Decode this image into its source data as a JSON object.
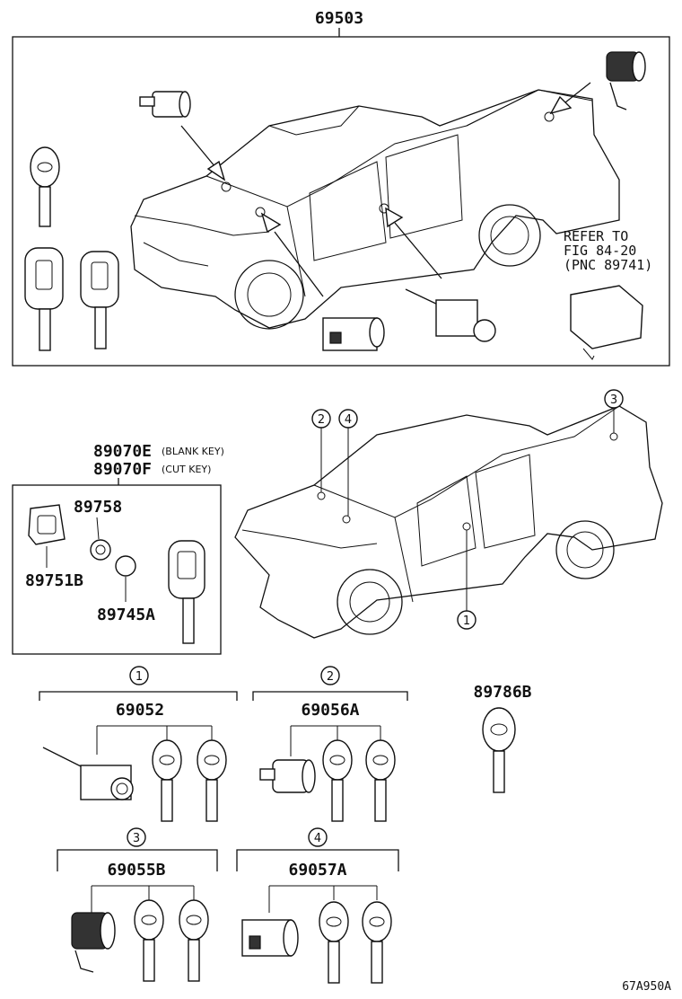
{
  "labels": {
    "assembly": "69503",
    "blank_key": "89070E",
    "blank_key_note": "(BLANK KEY)",
    "cut_key": "89070F",
    "cut_key_note": "(CUT KEY)",
    "p89758": "89758",
    "p89751b": "89751B",
    "p89745a": "89745A",
    "p69052": "69052",
    "p69056a": "69056A",
    "p89786b": "89786B",
    "p69055b": "69055B",
    "p69057a": "69057A",
    "ref_line1": "REFER TO",
    "ref_line2": "FIG 84-20",
    "ref_line3": "(PNC 89741)",
    "diagram_code": "67A950A"
  },
  "callouts": {
    "c1": "1",
    "c2": "2",
    "c3": "3",
    "c4": "4"
  }
}
